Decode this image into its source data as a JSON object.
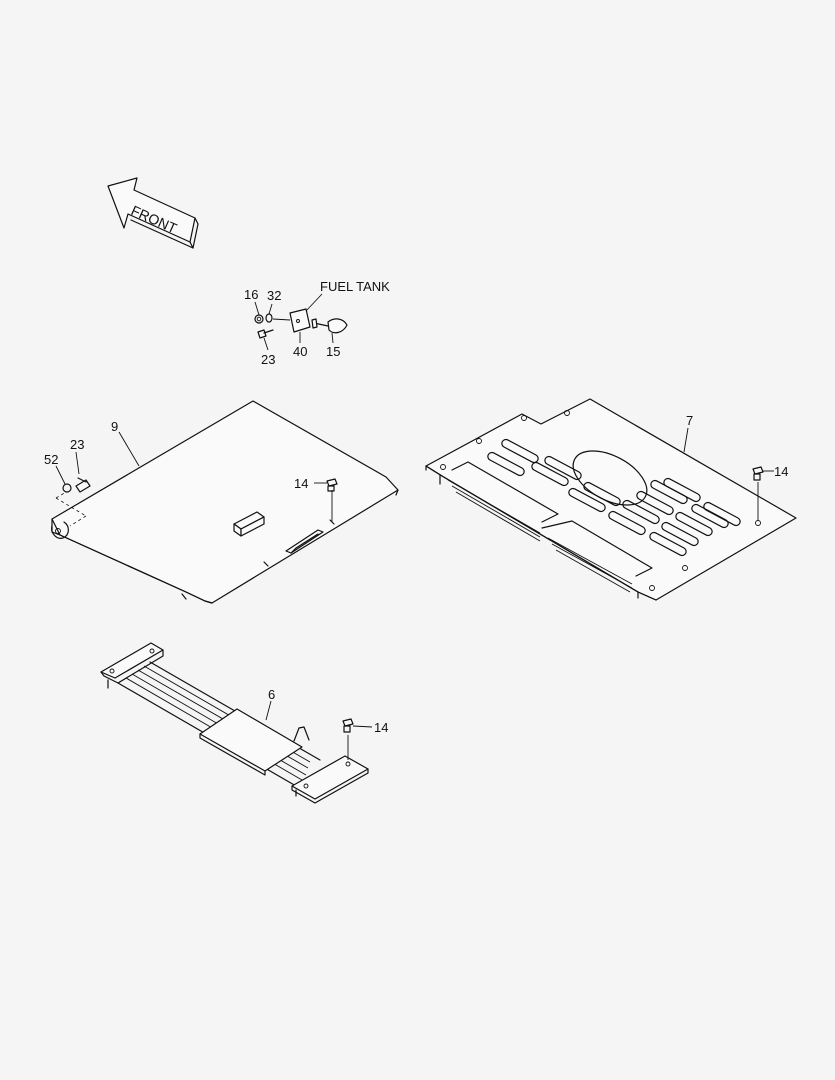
{
  "front_label": "FRONT",
  "fuel_tank_label": "FUEL TANK",
  "callouts": {
    "c16": "16",
    "c32": "32",
    "c23_top": "23",
    "c40": "40",
    "c15": "15",
    "c9": "9",
    "c7": "7",
    "c23_left": "23",
    "c52": "52",
    "c14_mid": "14",
    "c14_right": "14",
    "c6": "6",
    "c14_bottom": "14"
  }
}
